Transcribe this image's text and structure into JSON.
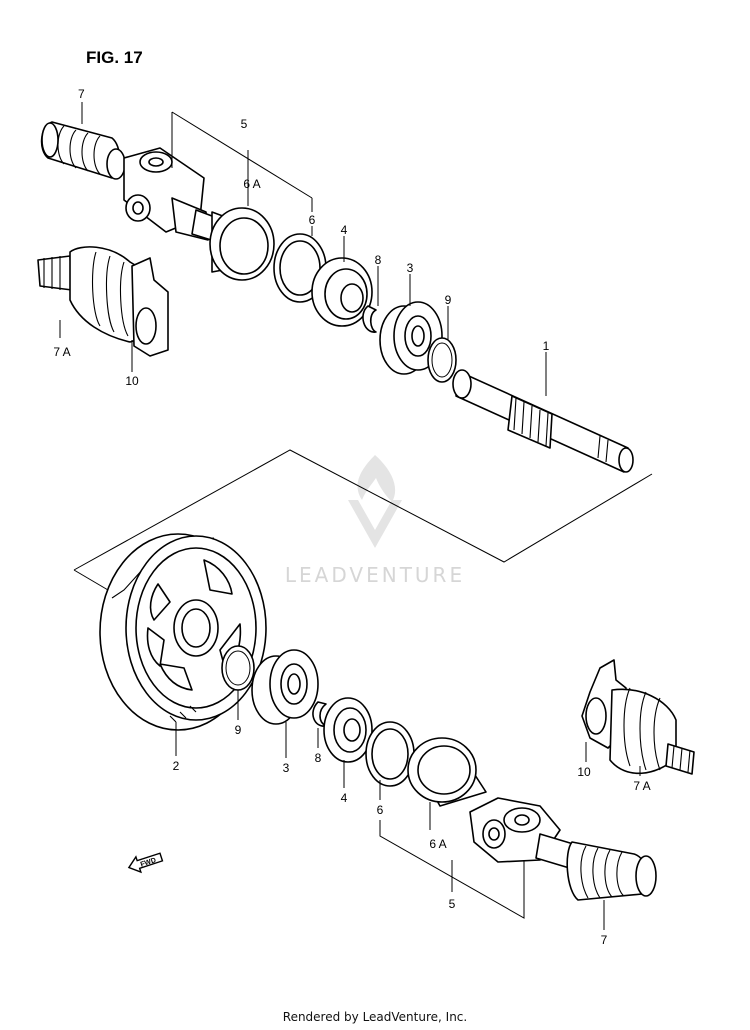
{
  "figure": {
    "title": "FIG. 17"
  },
  "watermark": {
    "text": "LEADVENTURE"
  },
  "fwd_arrow": {
    "label": "FWD"
  },
  "callouts": {
    "top": [
      {
        "label": "7"
      },
      {
        "label": "5"
      },
      {
        "label": "6 A"
      },
      {
        "label": "6"
      },
      {
        "label": "4"
      },
      {
        "label": "8"
      },
      {
        "label": "3"
      },
      {
        "label": "9"
      },
      {
        "label": "1"
      },
      {
        "label": "7 A"
      },
      {
        "label": "10"
      }
    ],
    "bottom": [
      {
        "label": "9"
      },
      {
        "label": "2"
      },
      {
        "label": "3"
      },
      {
        "label": "8"
      },
      {
        "label": "4"
      },
      {
        "label": "6"
      },
      {
        "label": "6 A"
      },
      {
        "label": "5"
      },
      {
        "label": "7"
      },
      {
        "label": "10"
      },
      {
        "label": "7 A"
      }
    ]
  },
  "footer": {
    "text": "Rendered by LeadVenture, Inc."
  }
}
